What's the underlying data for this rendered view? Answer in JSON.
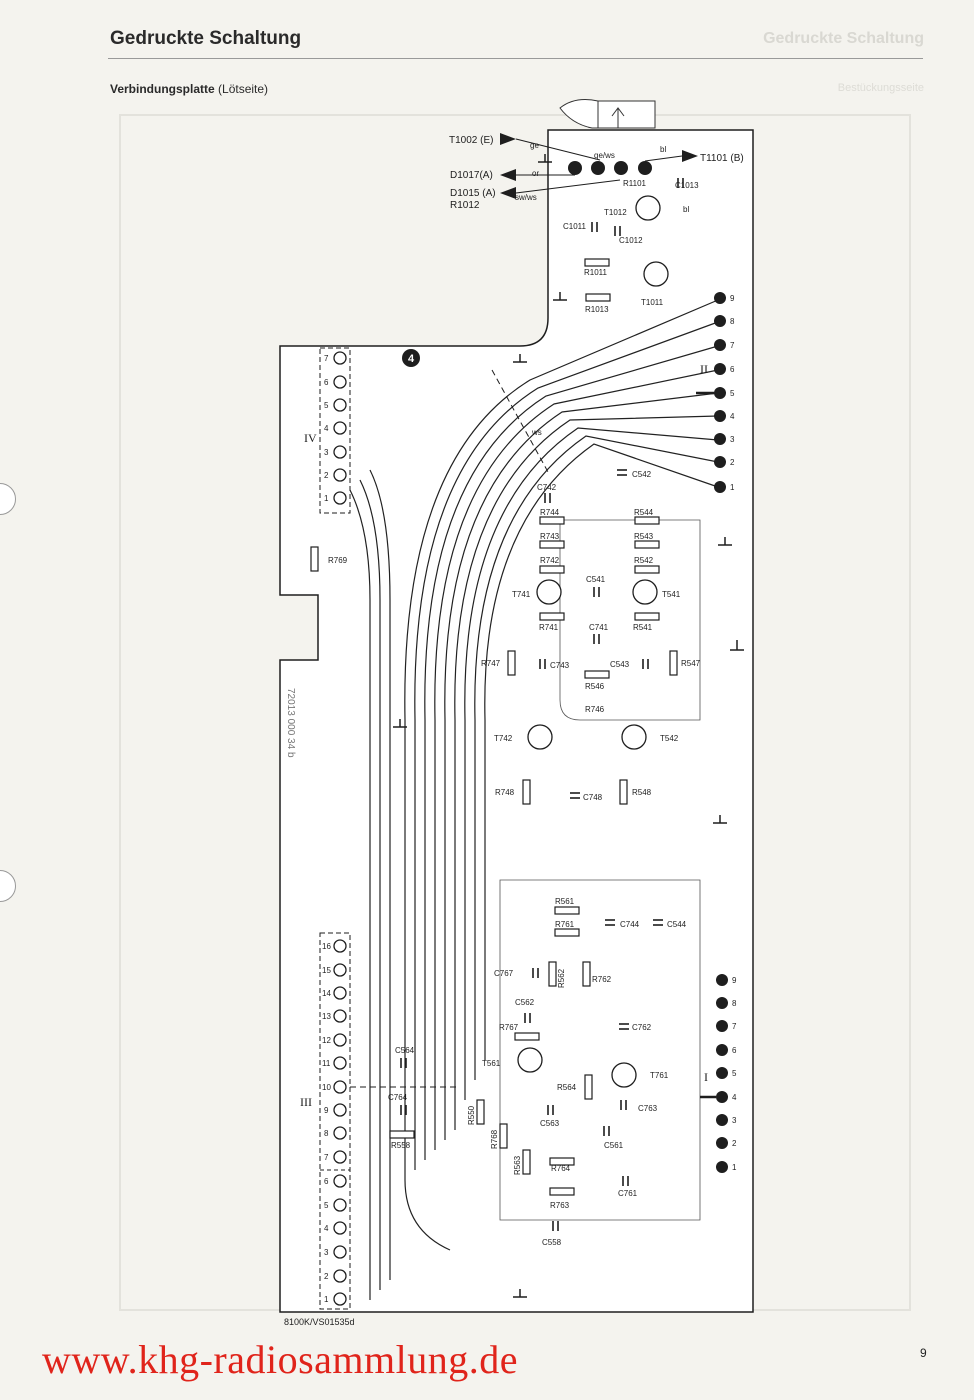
{
  "header": {
    "title": "Gedruckte Schaltung",
    "subtitle_bold": "Verbindungsplatte",
    "subtitle_rest": "(Lötseite)",
    "ghost_title": "Gedruckte Schaltung",
    "ghost_subtitle": "Bestückungsseite"
  },
  "board": {
    "number": "4",
    "vertical_code": "72013 000 34 b",
    "footer_code": "8100K/VS01535d",
    "arrows": {
      "t1002": "T1002 (E)",
      "d1017": "D1017(A)",
      "d1015": "D1015 (A)",
      "r1012": "R1012",
      "t1101": "T1101 (B)"
    },
    "wire_colors": {
      "ge": "ge",
      "gews": "ge/ws",
      "or": "or",
      "swws": "sw/ws",
      "bl": "bl",
      "bl2": "bl",
      "ws": "ws"
    },
    "connectors": {
      "IV": {
        "name": "IV",
        "pins": [
          "7",
          "6",
          "5",
          "4",
          "3",
          "2",
          "1"
        ]
      },
      "III": {
        "name": "III",
        "pins": [
          "16",
          "15",
          "14",
          "13",
          "12",
          "11",
          "10",
          "9",
          "8",
          "7",
          "6",
          "5",
          "4",
          "3",
          "2",
          "1"
        ]
      },
      "II": {
        "name": "II",
        "pins": [
          "9",
          "8",
          "7",
          "6",
          "5",
          "4",
          "3",
          "2",
          "1"
        ]
      },
      "I": {
        "name": "I",
        "pins": [
          "9",
          "8",
          "7",
          "6",
          "5",
          "4",
          "3",
          "2",
          "1"
        ]
      }
    },
    "components": {
      "c1013": "C1013",
      "r1101": "R1101",
      "t1012": "T1012",
      "c1011": "C1011",
      "c1012": "C1012",
      "r1011": "R1011",
      "r1013": "R1013",
      "t1011": "T1011",
      "c542": "C542",
      "c742": "C742",
      "r744": "R744",
      "r743": "R743",
      "r742": "R742",
      "r544": "R544",
      "r543": "R543",
      "r542": "R542",
      "t741": "T741",
      "t541": "T541",
      "c541": "C541",
      "r741": "R741",
      "r541": "R541",
      "c741": "C741",
      "r747": "R747",
      "c743": "C743",
      "c543": "C543",
      "r547": "R547",
      "r546": "R546",
      "r746": "R746",
      "t742": "T742",
      "t542": "T542",
      "r748": "R748",
      "c748": "C748",
      "r548": "R548",
      "r769": "R769",
      "r561": "R561",
      "r761": "R761",
      "c744": "C744",
      "c544": "C544",
      "c767": "C767",
      "r562": "R562",
      "r762": "R762",
      "c562": "C562",
      "c762": "C762",
      "r767": "R767",
      "t561": "T561",
      "t761": "T761",
      "r564": "R564",
      "c763": "C763",
      "c563": "C563",
      "c564": "C564",
      "c764": "C764",
      "r558": "R558",
      "r550": "R550",
      "r768": "R768",
      "r563": "R563",
      "c561": "C561",
      "r764": "R764",
      "c761": "C761",
      "r763": "R763",
      "c558": "C558"
    }
  },
  "page_number": "9",
  "watermark": "www.khg-radiosammlung.de"
}
